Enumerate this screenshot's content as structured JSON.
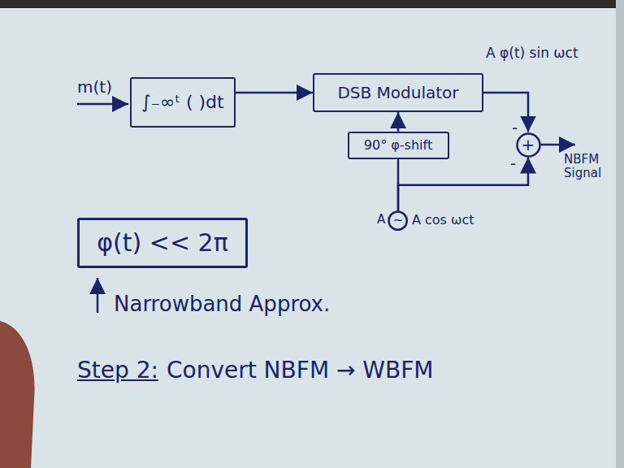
{
  "diagram": {
    "nodes": [
      {
        "text": [
          "∫₋∞ᵗ ( )dt"
        ]
      },
      {
        "text": [
          "DSB Modulator"
        ]
      },
      {
        "text": [
          "90° φ-shift"
        ]
      },
      {
        "text": [
          "+"
        ]
      },
      {
        "text": [
          "~"
        ]
      },
      {
        "text": [
          "φ(t) << 2π"
        ]
      }
    ],
    "edges": [
      {
        "from": 0,
        "to": 1,
        "arrow": "to"
      },
      {
        "from": 1,
        "to": 3,
        "arrow": "to"
      },
      {
        "from": 2,
        "to": 1,
        "arrow": "to"
      },
      {
        "from": 4,
        "to": 2,
        "arrow": "none"
      },
      {
        "from": 4,
        "to": 3,
        "arrow": "to"
      }
    ],
    "labels": [
      "m(t)",
      "A φ(t) sin ωct",
      "-",
      "-",
      "NBFM Signal",
      "A",
      "A cos ωct",
      "Narrowband Approx.",
      "Step 2:",
      "Convert NBFM → WBFM"
    ]
  }
}
